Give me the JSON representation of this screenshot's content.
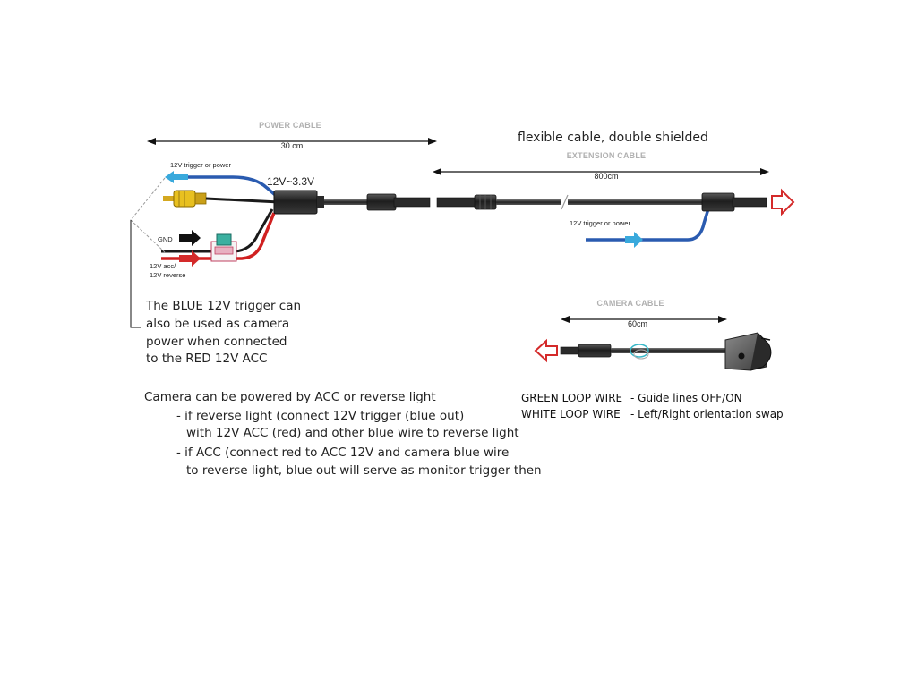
{
  "power_cable": {
    "header": "POWER CABLE",
    "length": "30 cm",
    "trigger_label": "12V  trigger or power",
    "voltage_label": "12V~3.3V",
    "gnd_label": "GND",
    "acc_label_1": "12V acc/",
    "acc_label_2": "12V reverse"
  },
  "extension_cable": {
    "note": "flexible cable, double shielded",
    "header": "EXTENSION CABLE",
    "length": "800cm",
    "trigger_label": "12V  trigger or power"
  },
  "camera_cable": {
    "header": "CAMERA CABLE",
    "length": "60cm"
  },
  "blue_trigger_note": [
    "The BLUE 12V trigger can",
    "also be used as camera",
    "power when connected",
    "to the RED 12V ACC"
  ],
  "loop_wires": {
    "green_name": "GREEN LOOP WIRE",
    "green_desc": "- Guide lines OFF/ON",
    "white_name": "WHITE LOOP WIRE",
    "white_desc": "- Left/Right orientation swap"
  },
  "power_instructions": [
    "Camera can be powered by ACC or reverse light",
    "- if reverse light (connect 12V trigger (blue out)",
    "with 12V ACC (red) and other blue wire to reverse light",
    "- if ACC (connect red to ACC 12V and camera blue wire",
    "to reverse light, blue out will serve as monitor trigger then"
  ],
  "colors": {
    "blue_wire": "#2a5bb0",
    "red_wire": "#d02020",
    "black_wire": "#1a1a1a",
    "arrow_cyan": "#39a9dc",
    "arrow_red": "#d42a2a",
    "rca_yellow": "#e8c020",
    "loop_teal": "#39b8c8"
  }
}
